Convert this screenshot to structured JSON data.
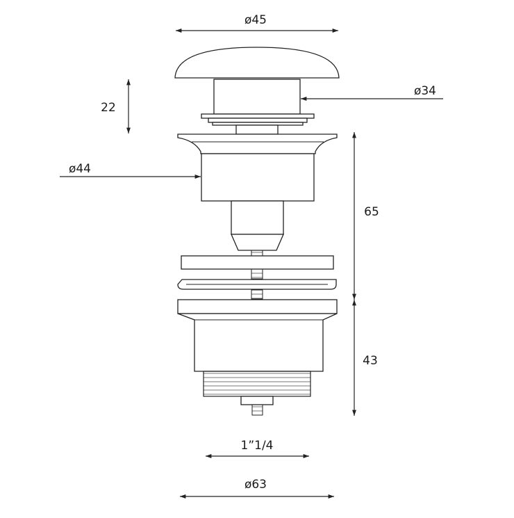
{
  "dimensions": {
    "cap_diameter": "ø45",
    "cap_height": "22",
    "stem_diameter": "ø34",
    "body_diameter": "ø44",
    "upper_height": "65",
    "lower_height": "43",
    "thread": "1”1/4",
    "flange_diameter": "ø63"
  }
}
